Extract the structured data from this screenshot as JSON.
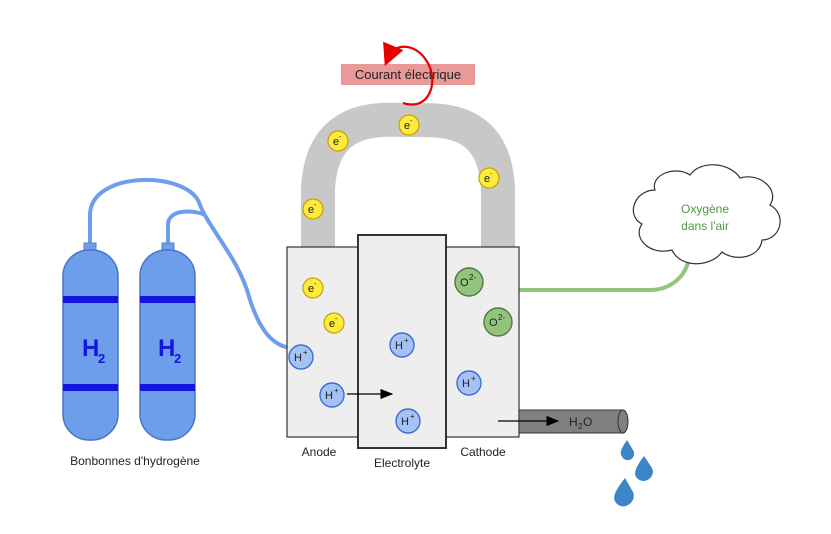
{
  "current_label": "Courant électrique",
  "cloud_label_line1": "Oxygène",
  "cloud_label_line2": "dans l'air",
  "anode_label": "Anode",
  "electrolyte_label": "Electrolyte",
  "cathode_label": "Cathode",
  "tanks_label": "Bonbonnes d'hydrogène",
  "tank_symbol": "H",
  "tank_subscript": "2",
  "electron_symbol": "e",
  "electron_charge": "-",
  "proton_symbol": "H",
  "proton_charge": "+",
  "oxide_symbol": "O",
  "oxide_charge": "2-",
  "water_symbol": "H",
  "water_sub": "2",
  "water_tail": "O",
  "colors": {
    "tank_fill": "#6d9eeb",
    "tank_band": "#1515e0",
    "hydrogen_pipe": "#6d9eeb",
    "oxygen_pipe": "#93c47d",
    "wire": "#c8c8c8",
    "cell_fill": "#eeeeee",
    "electron": "#ffeb3b",
    "proton": "#a4c2f4",
    "oxide": "#93c47d",
    "label_bg": "#ea9999",
    "current_arrow": "#e60000",
    "water_drop": "#3d85c6"
  }
}
